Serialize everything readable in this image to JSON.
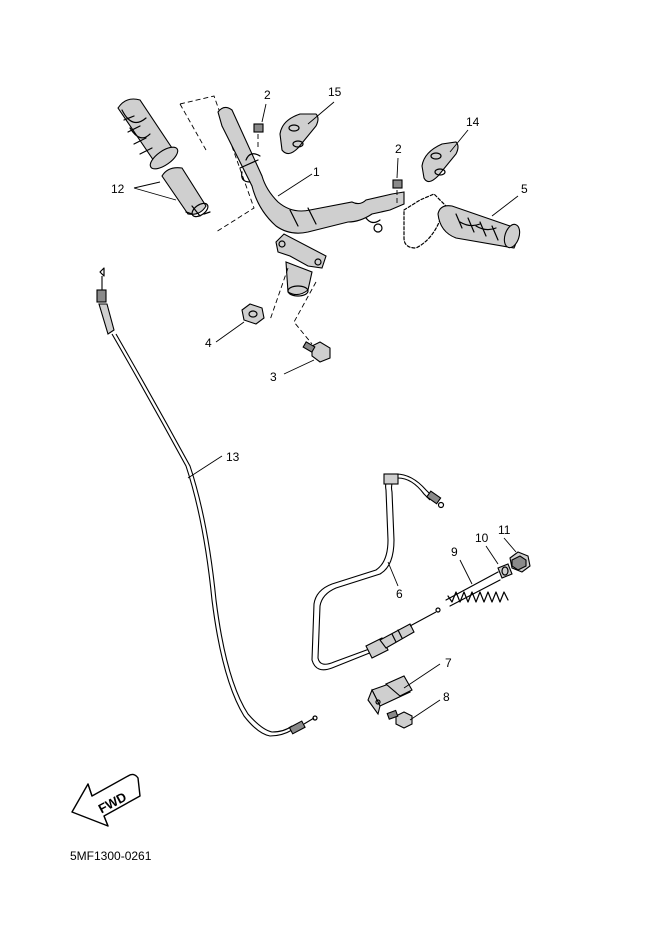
{
  "callouts": {
    "c1": "1",
    "c2a": "2",
    "c2b": "2",
    "c3": "3",
    "c4": "4",
    "c5": "5",
    "c6": "6",
    "c7": "7",
    "c8": "8",
    "c9": "9",
    "c10": "10",
    "c11": "11",
    "c12": "12",
    "c13": "13",
    "c14": "14",
    "c15": "15"
  },
  "fwd_label": "FWD",
  "diagram_code": "5MF1300-0261"
}
